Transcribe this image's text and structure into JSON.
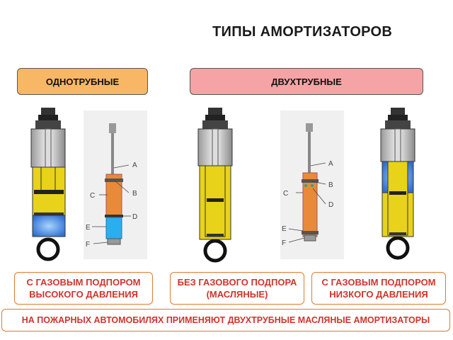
{
  "title": "ТИПЫ АМОРТИЗАТОРОВ",
  "categories": {
    "mono": "ОДНОТРУБНЫЕ",
    "twin": "ДВУХТРУБНЫЕ"
  },
  "captions": [
    {
      "line1": "С ГАЗОВЫМ ПОДПОРОМ",
      "line2": "ВЫСОКОГО ДАВЛЕНИЯ"
    },
    {
      "line1": "БЕЗ ГАЗОВОГО ПОДПОРА",
      "line2": "(МАСЛЯНЫЕ)"
    },
    {
      "line1": "С ГАЗОВЫМ ПОДПОРОМ",
      "line2": "НИЗКОГО ДАВЛЕНИЯ"
    }
  ],
  "footer": "НА ПОЖАРНЫХ АВТОМОБИЛЯХ ПРИМЕНЯЮТ ДВУХТРУБНЫЕ МАСЛЯНЫЕ АМОРТИЗАТОРЫ",
  "diagram_labels": {
    "mono": [
      "A",
      "B",
      "C",
      "D",
      "E",
      "F"
    ],
    "twin": [
      "A",
      "B",
      "C",
      "D",
      "E",
      "F"
    ]
  },
  "colors": {
    "oil": "#e8d21a",
    "gas": "#4a86d8",
    "cutaway_oil": "#e98a3a",
    "cutaway_gas": "#29aef0",
    "mono_header": "#f7b765",
    "twin_header": "#f5a3a5",
    "caption_text": "#d0342c",
    "caption_border": "#e07a2e"
  }
}
